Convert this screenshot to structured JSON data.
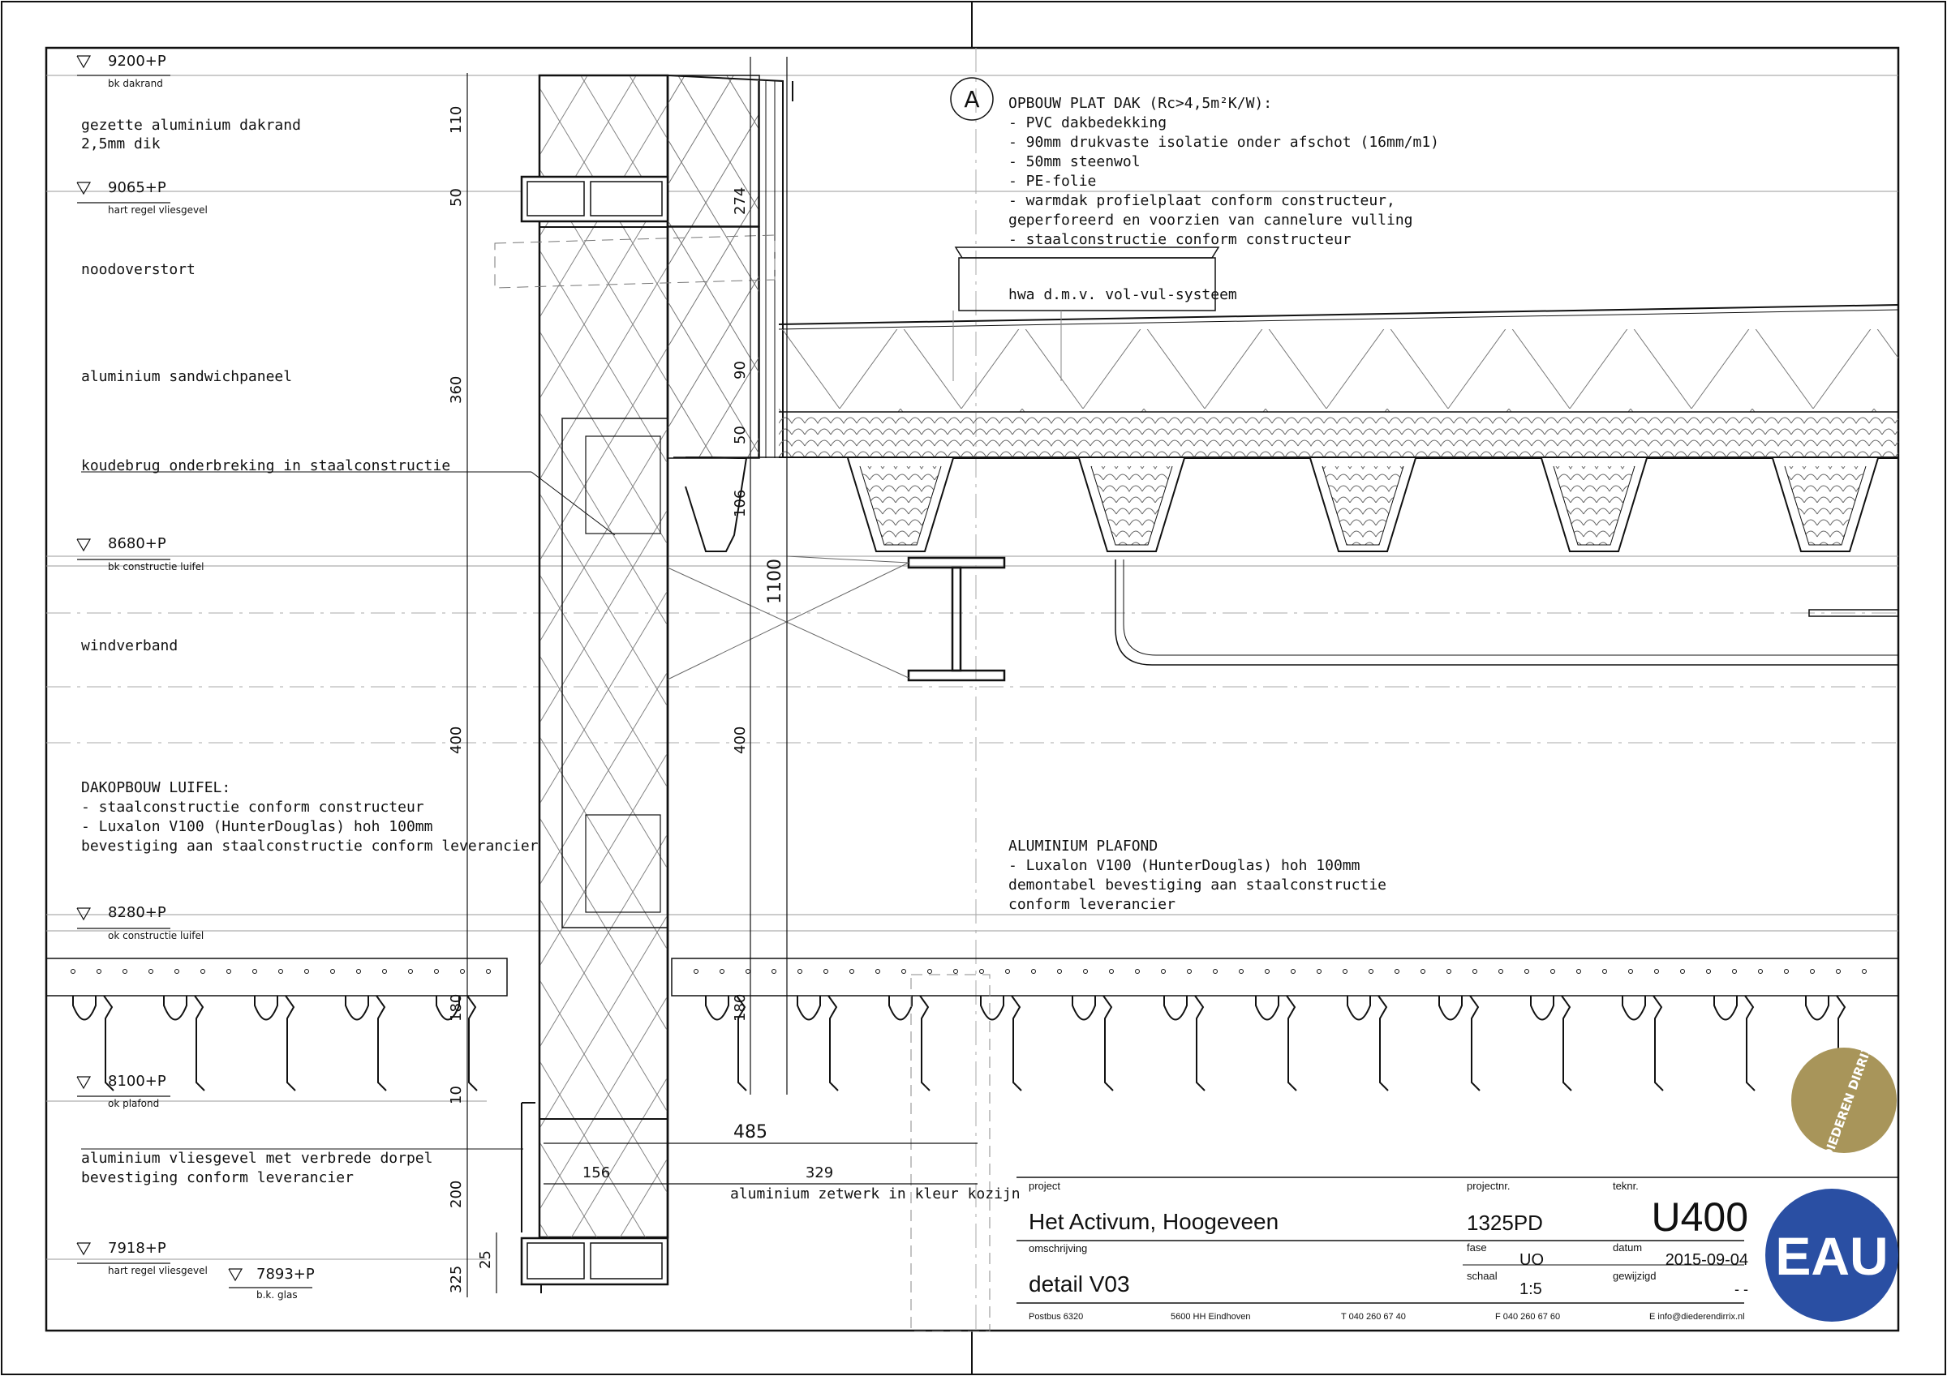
{
  "levels": [
    {
      "value": "9200+P",
      "label": "bk dakrand"
    },
    {
      "value": "9065+P",
      "label": "hart regel vliesgevel"
    },
    {
      "value": "8680+P",
      "label": "bk constructie luifel"
    },
    {
      "value": "8280+P",
      "label": "ok constructie luifel"
    },
    {
      "value": "8100+P",
      "label": "ok plafond"
    },
    {
      "value": "7918+P",
      "label": "hart regel vliesgevel"
    },
    {
      "value": "7893+P",
      "label": "b.k. glas"
    }
  ],
  "left_notes": {
    "dakrand_1": "gezette aluminium dakrand",
    "dakrand_2": "2,5mm dik",
    "noodoverstort": "noodoverstort",
    "sandwich": "aluminium sandwichpaneel",
    "koudebrug": "koudebrug onderbreking in staalconstructie",
    "windverband": "windverband",
    "luifel_title": "DAKOPBOUW LUIFEL:",
    "luifel_1": "- staalconstructie conform constructeur",
    "luifel_2": "- Luxalon V100 (HunterDouglas) hoh 100mm",
    "luifel_3": "bevestiging aan staalconstructie conform leverancier",
    "vliesgevel_1": "aluminium vliesgevel met verbrede dorpel",
    "vliesgevel_2": "bevestiging conform leverancier"
  },
  "right_notes": {
    "marker": "A",
    "dak_title": "OPBOUW PLAT DAK (Rc>4,5m²K/W):",
    "dak_1": "- PVC dakbedekking",
    "dak_2": "- 90mm drukvaste isolatie onder afschot (16mm/m1)",
    "dak_3": "- 50mm steenwol",
    "dak_4": "- PE-folie",
    "dak_5": "- warmdak profielplaat conform constructeur,",
    "dak_6": "geperforeerd en voorzien van cannelure vulling",
    "dak_7": "- staalconstructie conform constructeur",
    "hwa": "hwa d.m.v. vol-vul-systeem",
    "plafond_title": "ALUMINIUM PLAFOND",
    "plafond_1": "- Luxalon V100 (HunterDouglas) hoh 100mm",
    "plafond_2": "demontabel bevestiging aan staalconstructie",
    "plafond_3": "conform leverancier",
    "zetwerk": "aluminium zetwerk in kleur kozijn"
  },
  "dimensions": {
    "d110": "110",
    "d50a": "50",
    "d360": "360",
    "d400a": "400",
    "d180a": "180",
    "d10": "10",
    "d200": "200",
    "d25": "25",
    "d325": "325",
    "d274": "274",
    "d90": "90",
    "d50b": "50",
    "d106": "106",
    "d1100": "1100",
    "d400b": "400",
    "d180b": "180",
    "d485": "485",
    "d156": "156",
    "d329": "329"
  },
  "title_block": {
    "project_label": "project",
    "project": "Het Activum, Hoogeveen",
    "projectnr_label": "projectnr.",
    "projectnr": "1325PD",
    "teknr_label": "teknr.",
    "teknr": "U400",
    "omschrijving_label": "omschrijving",
    "omschrijving": "detail V03",
    "fase_label": "fase",
    "fase": "UO",
    "datum_label": "datum",
    "datum": "2015-09-04",
    "schaal_label": "schaal",
    "schaal": "1:5",
    "gewijzigd_label": "gewijzigd",
    "gewijzigd": "- -",
    "postbus": "Postbus 6320",
    "city": "5600 HH Eindhoven",
    "tel": "T 040 260 67 40",
    "fax": "F 040 260 67 60",
    "email": "E info@diederendirrix.nl"
  },
  "logos": {
    "seal_text": "DIEDEREN DIRRIX",
    "seal_color": "#a8955a",
    "eau_text": "EAU",
    "eau_color": "#2a4fa3"
  }
}
